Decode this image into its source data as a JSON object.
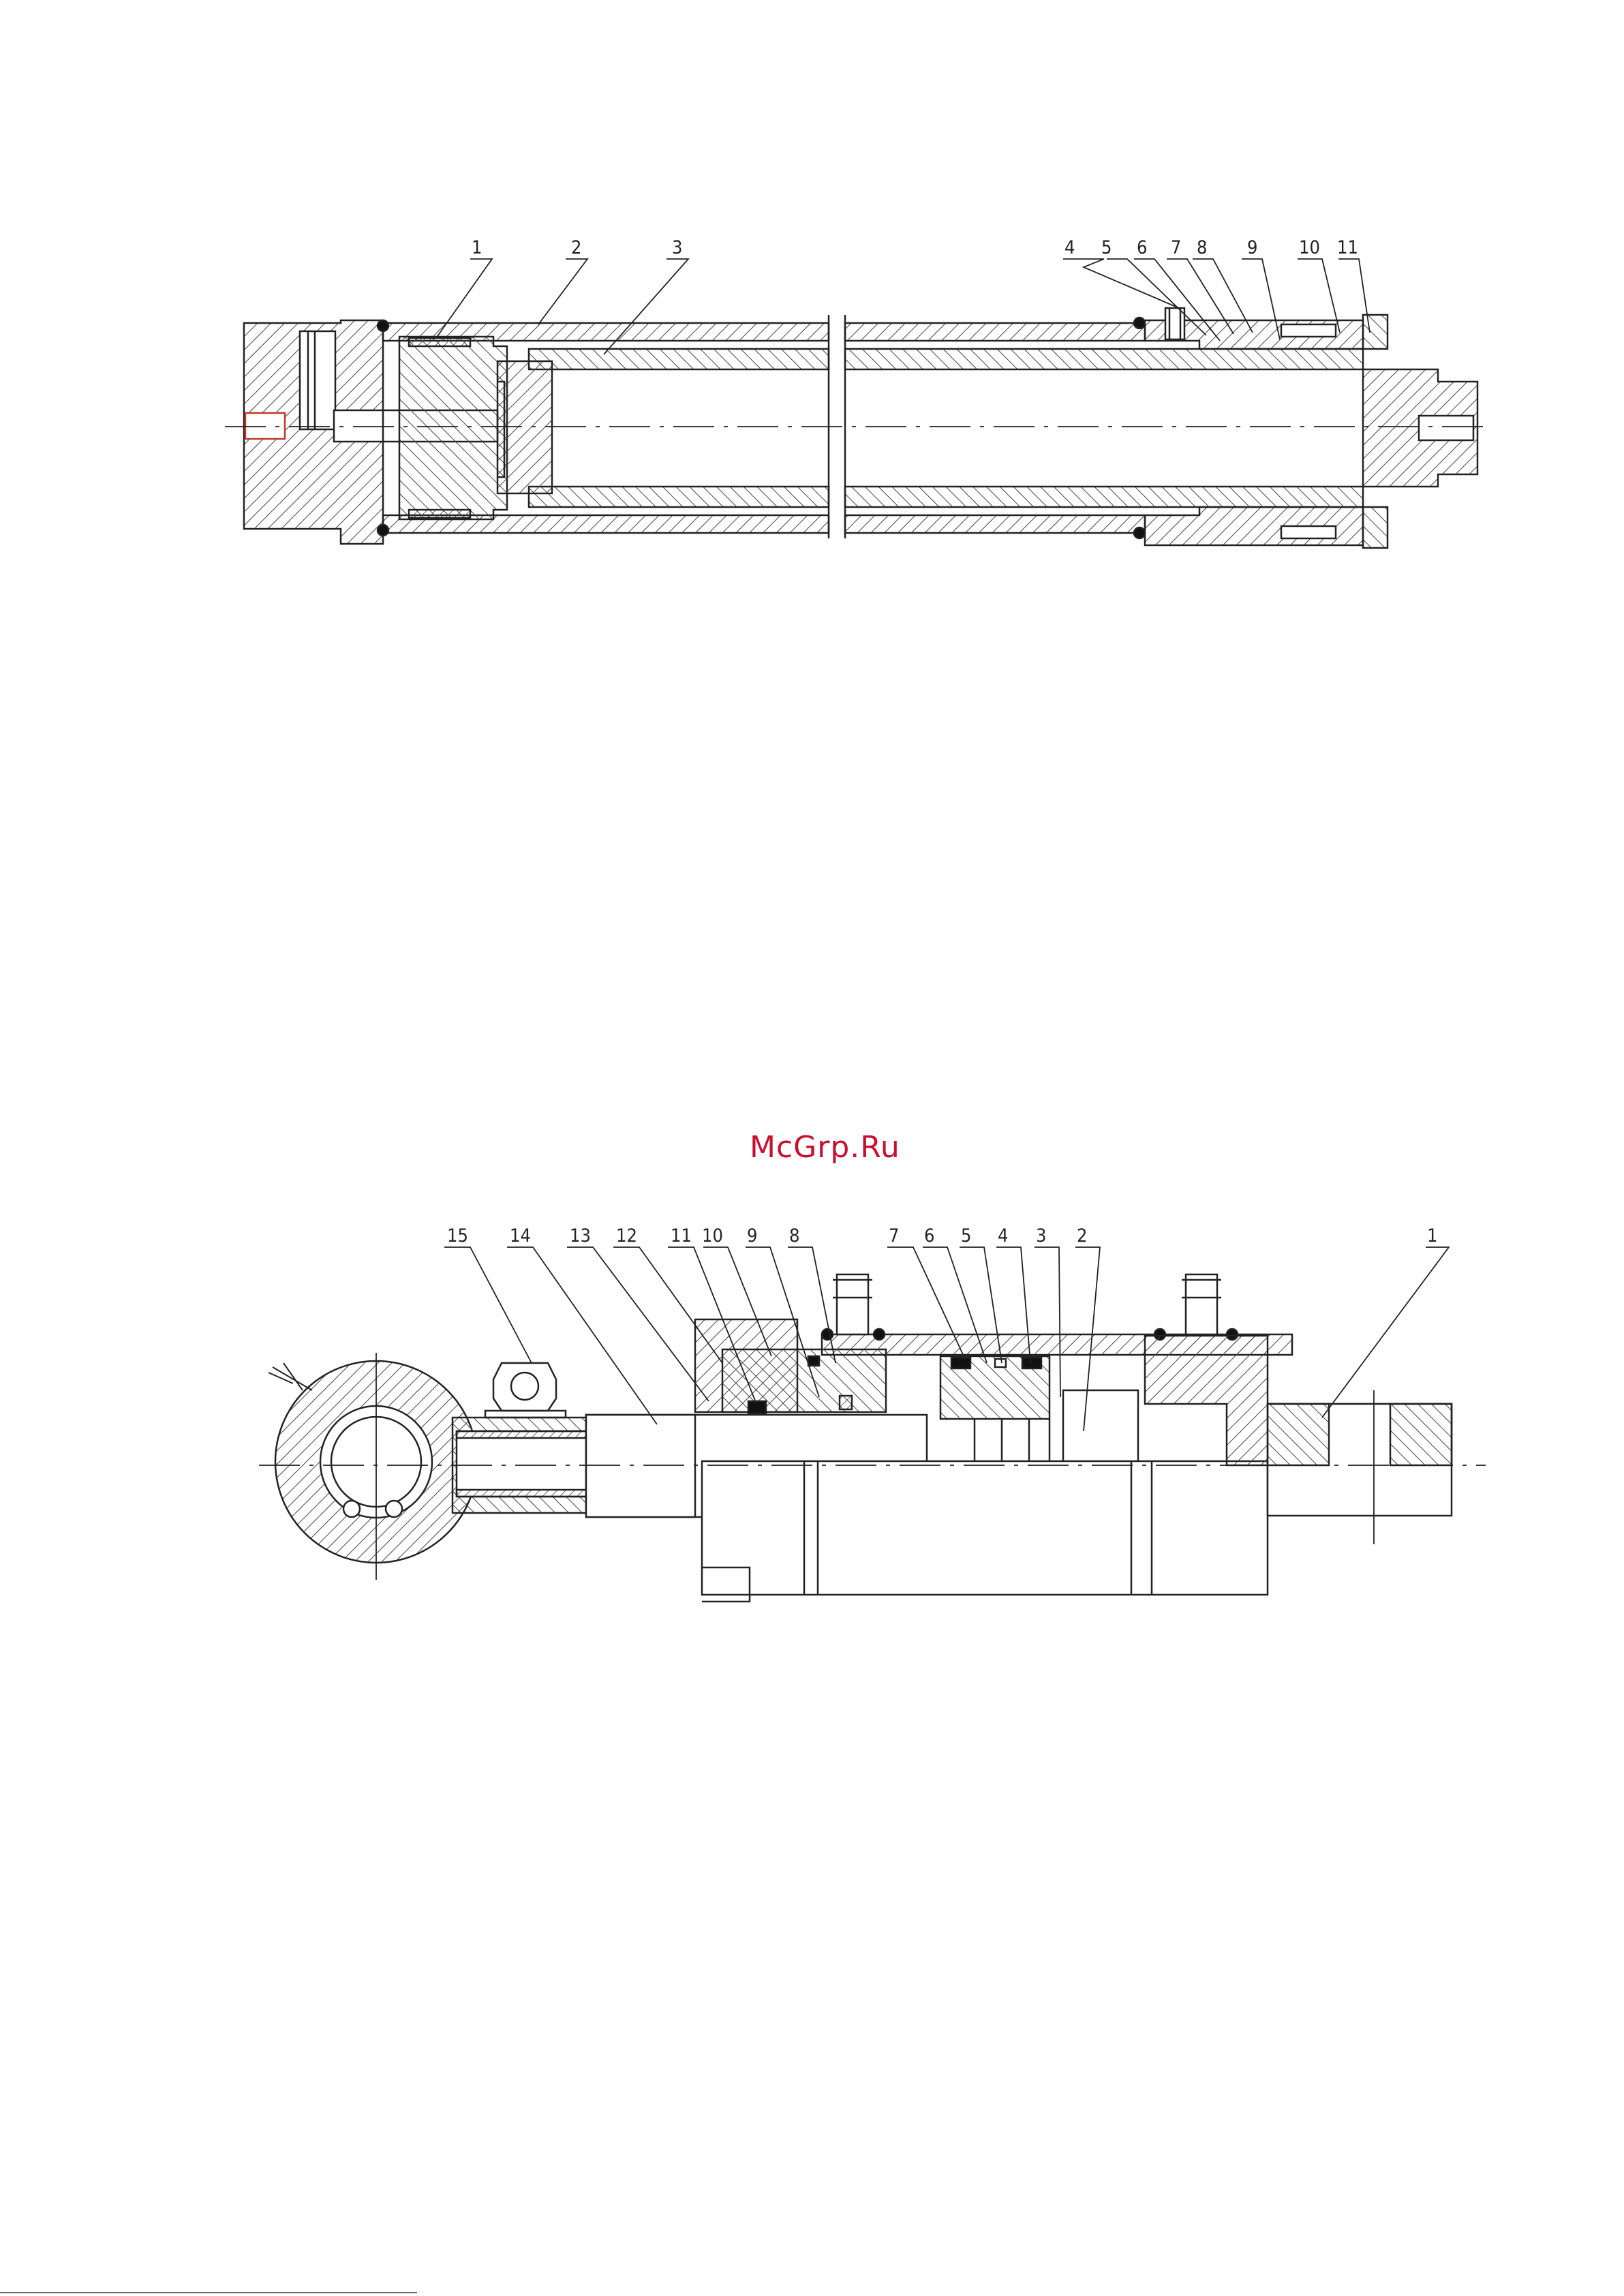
{
  "watermark": "McGrp.Ru",
  "colors": {
    "ink": "#222222",
    "hatch": "#444444",
    "watermark": "#c8102e",
    "background": "#ffffff"
  },
  "top_drawing": {
    "callouts": [
      "1",
      "2",
      "3",
      "4",
      "5",
      "6",
      "7",
      "8",
      "9",
      "10",
      "11"
    ]
  },
  "bottom_drawing": {
    "callouts": [
      "15",
      "14",
      "13",
      "12",
      "11",
      "10",
      "9",
      "8",
      "7",
      "6",
      "5",
      "4",
      "3",
      "2",
      "1"
    ]
  }
}
